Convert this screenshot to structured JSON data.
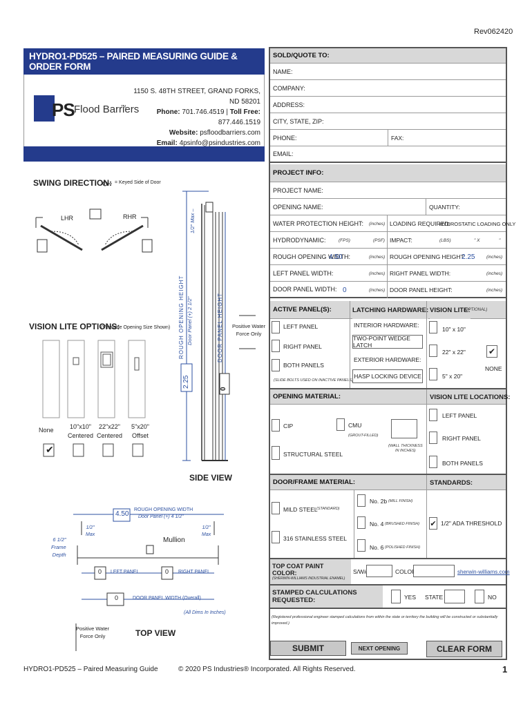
{
  "rev": "Rev062420",
  "title": "HYDRO1-PD525 – PAIRED MEASURING GUIDE & ORDER FORM",
  "company": {
    "address": "1150 S. 48TH STREET, GRAND FORKS, ND 58201",
    "phone_label": "Phone:",
    "phone": "701.746.4519",
    "tollfree_label": "Toll Free:",
    "tollfree": "877.446.1519",
    "website_label": "Website:",
    "website": "psfloodbarriers.com",
    "email_label": "Email:",
    "email": "4psinfo@psindustries.com",
    "logo_ps": "PS",
    "logo_name": "Flood Barriers",
    "logo_tm": "TM"
  },
  "swing": {
    "label": "SWING DIRECTION:",
    "key_note": "= Keyed Side of Door",
    "lhr": "LHR",
    "rhr": "RHR"
  },
  "vision": {
    "label": "VISION LITE OPTIONS:",
    "sub": "(Viewable Opening Size Shown)",
    "options": [
      "None",
      "10\"x10\"\nCentered",
      "22\"x22\"\nCentered",
      "5\"x20\"\nOffset"
    ],
    "none": "None",
    "o1a": "10\"x10\"",
    "o1b": "Centered",
    "o2a": "22\"x22\"",
    "o2b": "Centered",
    "o3a": "5\"x20\"",
    "o3b": "Offset",
    "check": "✔"
  },
  "side": {
    "rough_h": "ROUGH OPENING HEIGHT",
    "rough_h2": "Door Panel (+) 2 1/2\"",
    "max": "1/2\" Max –",
    "door_h": "DOOR PANEL HEIGHT",
    "water": "Positive Water",
    "water2": "Force Only",
    "rough_val": "2.25",
    "door_val": "0",
    "view": "SIDE VIEW"
  },
  "top": {
    "rough_w": "ROUGH OPENING WIDTH",
    "rough_w2": "Door Panel (+) 4 1/2\"",
    "rough_val": "4.50",
    "max": "1/2\"",
    "max2": "Max",
    "mullion": "Mullion",
    "frame1": "6 1/2\"",
    "frame2": "Frame",
    "frame3": "Depth",
    "left_panel": "LEFT PANEL",
    "right_panel": "RIGHT PANEL",
    "left_val": "0",
    "right_val": "0",
    "door_w": "DOOR PANEL WIDTH (Overall)",
    "door_val": "0",
    "dims": "(All Dims In Inches)",
    "water": "Positive Water",
    "water2": "Force Only",
    "view": "TOP VIEW"
  },
  "form": {
    "sold": "SOLD/QUOTE TO:",
    "name": "NAME:",
    "company": "COMPANY:",
    "address": "ADDRESS:",
    "city": "CITY, STATE, ZIP:",
    "phone": "PHONE:",
    "fax": "FAX:",
    "email": "EMAIL:",
    "project": "PROJECT INFO:",
    "project_name": "PROJECT NAME:",
    "opening_name": "OPENING NAME:",
    "quantity": "QUANTITY:",
    "wph": "WATER PROTECTION HEIGHT:",
    "inches": "(inches)",
    "loading": "LOADING REQUIRED:",
    "loading_val": "HYDROSTATIC LOADING ONLY",
    "hydro": "HYDRODYNAMIC:",
    "fps": "(FPS)",
    "psf": "(PSF)",
    "impact": "IMPACT:",
    "lbs": "(LBS)",
    "x": "\" X",
    "q": "\"",
    "row": "ROUGH OPENING WIDTH:",
    "row_val": "4.50",
    "roh": "ROUGH OPENING HEIGHT:",
    "roh_val": "2.25",
    "lpw": "LEFT PANEL WIDTH:",
    "rpw": "RIGHT PANEL WIDTH:",
    "dpw": "DOOR PANEL WIDTH:",
    "dpw_val": "0",
    "dph": "DOOR PANEL HEIGHT:",
    "active": "ACTIVE PANEL(S):",
    "left_panel": "LEFT PANEL",
    "right_panel": "RIGHT PANEL",
    "both": "BOTH PANELS",
    "slide": "(SLIDE BOLTS USED ON INACTIVE PANELS)",
    "latching": "LATCHING HARDWARE:",
    "interior": "INTERIOR HARDWARE:",
    "interior_val": "TWO-POINT WEDGE LATCH",
    "exterior": "EXTERIOR HARDWARE:",
    "exterior_val": "HASP LOCKING DEVICE",
    "vl": "VISION LITE:",
    "optional": "(OPTIONAL)",
    "v10": "10\" x 10\"",
    "v22": "22\" x 22\"",
    "v5": "5\" x 20\"",
    "none": "NONE",
    "check": "✔",
    "om": "OPENING MATERIAL:",
    "cip": "CIP",
    "cmu": "CMU",
    "grout": "(GROUT-FILLED)",
    "wall": "(WALL THICKNESS",
    "wall2": "IN INCHES)",
    "structural": "STRUCTURAL STEEL",
    "vll": "VISION LITE LOCATIONS:",
    "vll_left": "LEFT PANEL",
    "vll_right": "RIGHT PANEL",
    "vll_both": "BOTH PANELS",
    "dfm": "DOOR/FRAME MATERIAL:",
    "mild": "MILD STEEL",
    "standard": "(STANDARD)",
    "ss": "316 STAINLESS STEEL",
    "n2b": "No. 2b",
    "mill": "(MILL FINISH)",
    "n4": "No. 4",
    "brushed": "(BRUSHED FINISH)",
    "n6": "No. 6",
    "polished": "(POLISHED FINISH)",
    "standards": "STANDARDS:",
    "ada": "1/2\" ADA THRESHOLD",
    "topcoat": "TOP COAT PAINT COLOR:",
    "sherwin": "(SHERWIN-WILLIAMS INDUSTRIAL ENAMEL)",
    "sw": "S/W#",
    "color": "COLOR:",
    "swlink": "sherwin-williams.com",
    "stamped": "STAMPED CALCULATIONS REQUESTED:",
    "yes": "YES",
    "state": "STATE",
    "no": "NO",
    "note": "(Registered professional engineer stamped calculations from within the state or territory the building will be constructed or substantially improved.)",
    "submit": "SUBMIT",
    "next": "NEXT OPENING",
    "clear": "CLEAR FORM"
  },
  "footer": {
    "left": "HYDRO1-PD525 – Paired Measuring Guide",
    "center": "© 2020 PS Industries® Incorporated. All Rights Reserved.",
    "page": "1"
  },
  "colors": {
    "brand": "#243b8c",
    "field": "#2b4fa0",
    "header_bg": "#d8d8d8"
  }
}
